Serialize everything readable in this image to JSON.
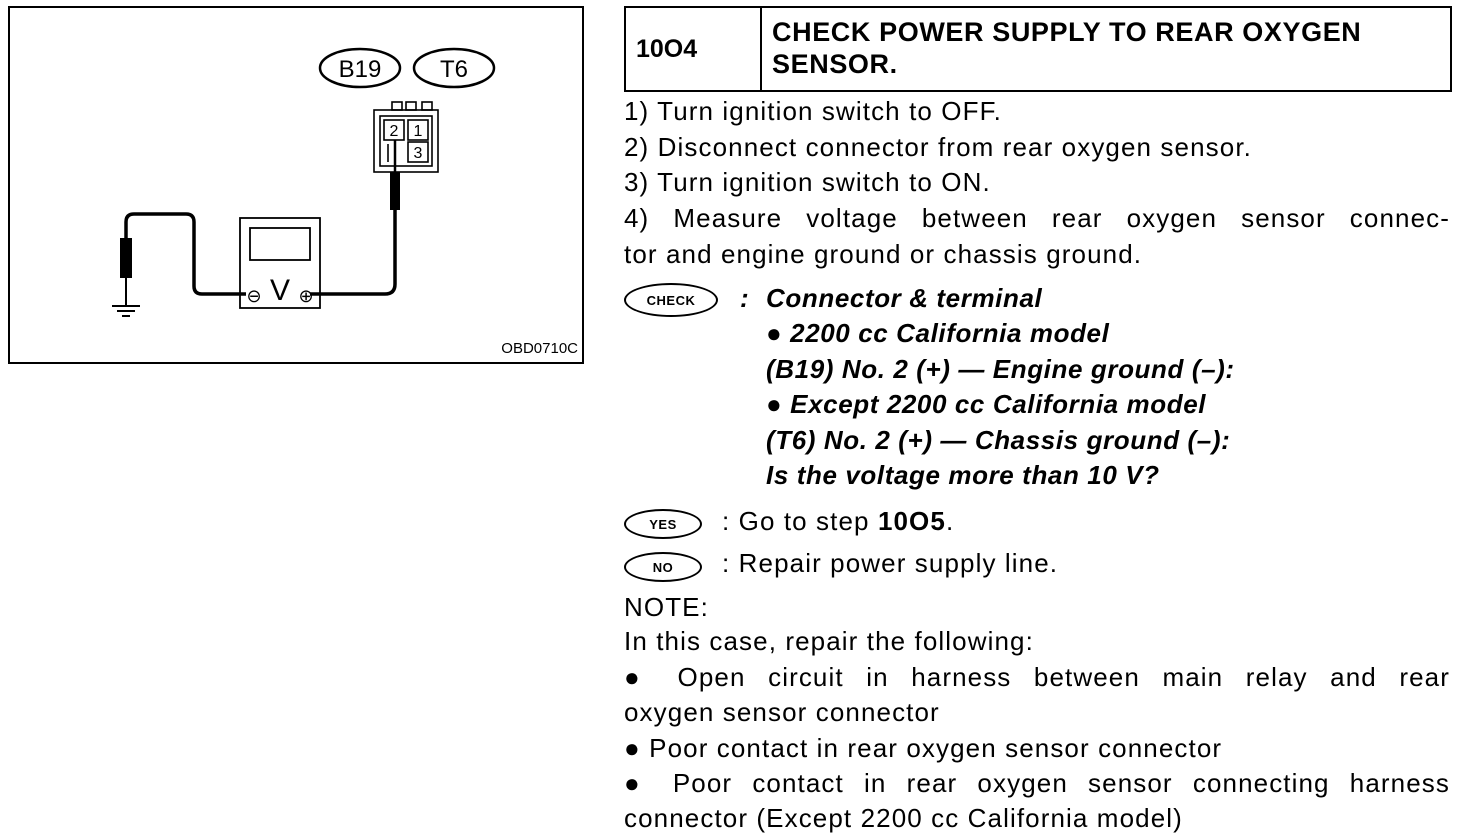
{
  "figure": {
    "connector_labels": [
      "B19",
      "T6"
    ],
    "pins": [
      "2",
      "1",
      "3"
    ],
    "meter_label": "V",
    "minus": "⊖",
    "plus": "⊕",
    "code": "OBD0710C"
  },
  "header": {
    "step": "10O4",
    "title_line1": "CHECK POWER SUPPLY TO REAR OXYGEN",
    "title_line2": "SENSOR."
  },
  "steps": [
    "1) Turn ignition switch to OFF.",
    "2) Disconnect connector from rear oxygen sensor.",
    "3) Turn ignition switch to ON.",
    "4) Measure voltage between rear oxygen sensor connec-",
    "tor and engine ground or chassis ground."
  ],
  "check": {
    "badge": "CHECK",
    "colon": ":",
    "lines": [
      "Connector & terminal",
      "● 2200 cc California model",
      "(B19) No. 2 (+) — Engine ground (–):",
      "● Except 2200 cc California model",
      "(T6) No. 2 (+) — Chassis ground (–):",
      "Is the voltage more than 10 V?"
    ]
  },
  "yes": {
    "badge": "YES",
    "prefix": ": Go to step ",
    "step": "10O5",
    "suffix": "."
  },
  "no": {
    "badge": "NO",
    "text": ": Repair power supply line."
  },
  "note": {
    "title": "NOTE:",
    "intro": "In this case, repair the following:",
    "lines": [
      "● Open circuit in harness between main relay and rear",
      "oxygen sensor connector",
      "● Poor contact in rear oxygen sensor connector",
      "● Poor contact in rear oxygen sensor connecting harness",
      "connector (Except 2200 cc California model)"
    ]
  }
}
